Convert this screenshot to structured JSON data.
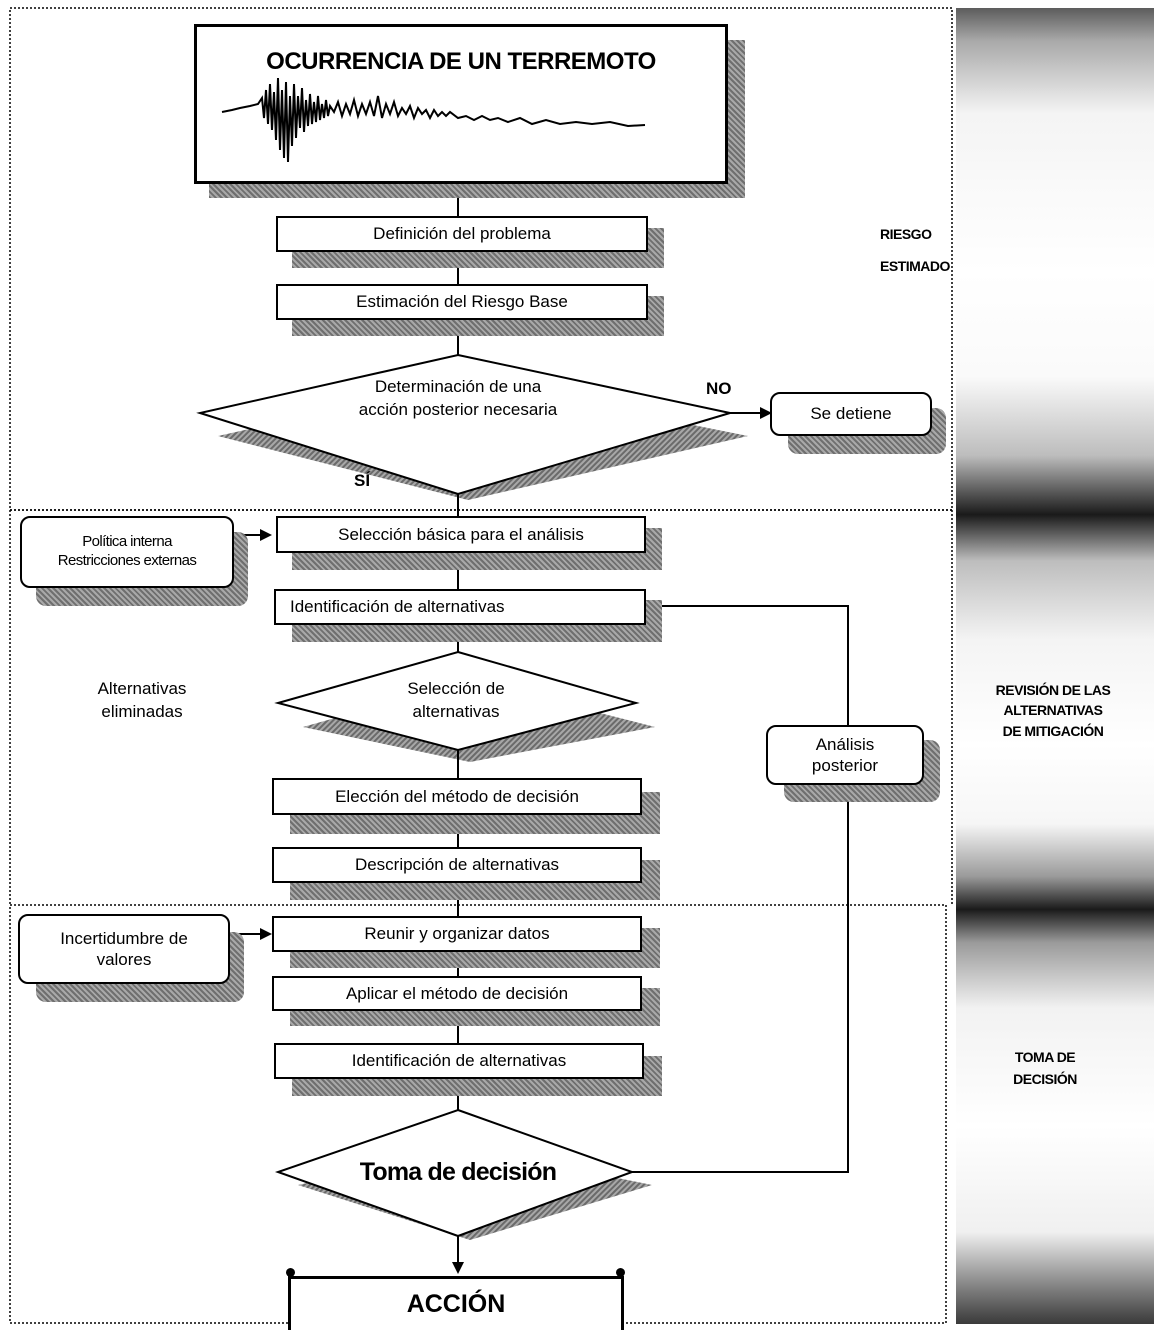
{
  "title": "OCURRENCIA DE UN TERREMOTO",
  "steps": {
    "definicion": "Definición del problema",
    "estimacion": "Estimación del Riesgo Base",
    "determinacion": "Determinación de una\nacción posterior necesaria",
    "no_label": "NO",
    "si_label": "SÍ",
    "se_detiene": "Se detiene",
    "seleccion_basica": "Selección básica para el análisis",
    "politica": "Política interna\nRestricciones externas",
    "identificacion_1": "Identificación de alternativas",
    "seleccion_alternativas": "Selección de\nalternativas",
    "alternativas_eliminadas": "Alternativas\neliminadas",
    "analisis_posterior": "Análisis\nposterior",
    "eleccion_metodo": "Elección del método de decisión",
    "descripcion": "Descripción de alternativas",
    "incertidumbre": "Incertidumbre de\nvalores",
    "reunir": "Reunir y organizar datos",
    "aplicar": "Aplicar el método de decisión",
    "identificacion_2": "Identificación de alternativas",
    "toma_decision": "Toma de decisión",
    "accion": "ACCIÓN"
  },
  "bands": {
    "riesgo": "RIESGO\nESTIMADO",
    "revision": "REVISIÓN DE LAS\nALTERNATIVAS\nDE MITIGACIÓN",
    "toma": "TOMA DE\nDECISIÓN"
  }
}
